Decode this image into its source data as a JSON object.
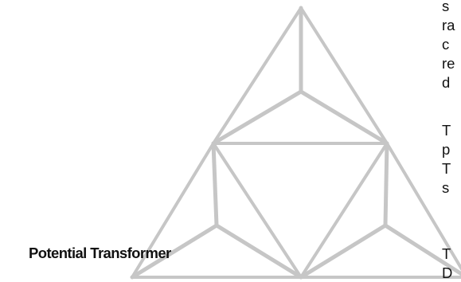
{
  "caption": "Potential Transformer",
  "side_text": {
    "block1": [
      "s",
      "ra",
      "c",
      "re",
      "d"
    ],
    "block2": [
      "T",
      "p",
      "T",
      "s"
    ],
    "block3": [
      "T",
      "D"
    ]
  },
  "colors": {
    "logo_stroke": "#c6c6c6",
    "text": "#111111",
    "background": "#ffffff"
  },
  "icons": [
    "triangular-logo-icon"
  ]
}
